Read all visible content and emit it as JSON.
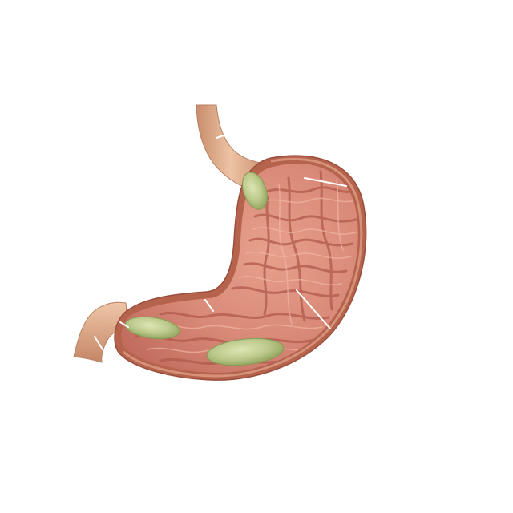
{
  "figure": {
    "subject": "stomach-cross-section",
    "labels_shown": false,
    "structures": [
      "esophagus",
      "stomach-outer-wall",
      "gastric-lining-rugae",
      "duodenum",
      "food-bolus-upper",
      "food-bolus-left",
      "food-bolus-right"
    ],
    "leader_line_count": 6
  },
  "colors": {
    "background": "#ffffff",
    "tube": "#e2b08e",
    "tube_shade": "#b88062",
    "wall_outer": "#b5634d",
    "wall_highlight": "#dd9d85",
    "interior": "#d98a78",
    "interior_deep": "#c16c5e",
    "rugae": "#b05a4c",
    "rugae_light": "#f1b6a2",
    "bolus": "#bcc98c",
    "bolus_edge": "#879a55",
    "leader_line": "#ffffff"
  }
}
